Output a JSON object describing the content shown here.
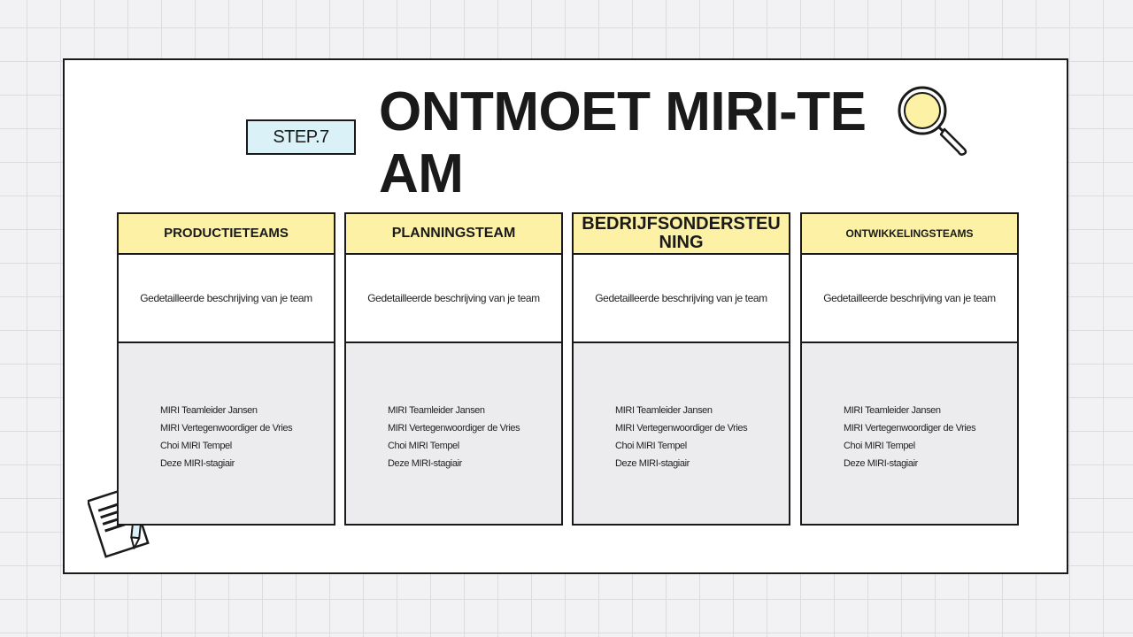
{
  "slide": {
    "step_label": "STEP.7",
    "title": "ONTMOET MIRI-TEAM"
  },
  "icons": {
    "magnifier": "magnifying-glass-icon",
    "document": "document-with-pencil-icon"
  },
  "colors": {
    "header_yellow": "#fdf1a6",
    "step_badge_blue": "#d9f1f7",
    "member_panel_gray": "#ececee"
  },
  "teams": [
    {
      "name": "PRODUCTIETEAMS",
      "description": "Gedetailleerde beschrijving van je team",
      "members": [
        "MIRI Teamleider Jansen",
        "MIRI Vertegenwoordiger de Vries",
        "Choi MIRI Tempel",
        "Deze MIRI-stagiair"
      ]
    },
    {
      "name": "PLANNINGSTEAM",
      "description": "Gedetailleerde beschrijving van je team",
      "members": [
        "MIRI Teamleider Jansen",
        "MIRI Vertegenwoordiger de Vries",
        "Choi MIRI Tempel",
        "Deze MIRI-stagiair"
      ]
    },
    {
      "name": "BEDRIJFSONDERSTEUNING",
      "description": "Gedetailleerde beschrijving van je team",
      "members": [
        "MIRI Teamleider Jansen",
        "MIRI Vertegenwoordiger de Vries",
        "Choi MIRI Tempel",
        "Deze MIRI-stagiair"
      ]
    },
    {
      "name": "ONTWIKKELINGSTEAMS",
      "description": "Gedetailleerde beschrijving van je team",
      "members": [
        "MIRI Teamleider Jansen",
        "MIRI Vertegenwoordiger de Vries",
        "Choi MIRI Tempel",
        "Deze MIRI-stagiair"
      ]
    }
  ]
}
